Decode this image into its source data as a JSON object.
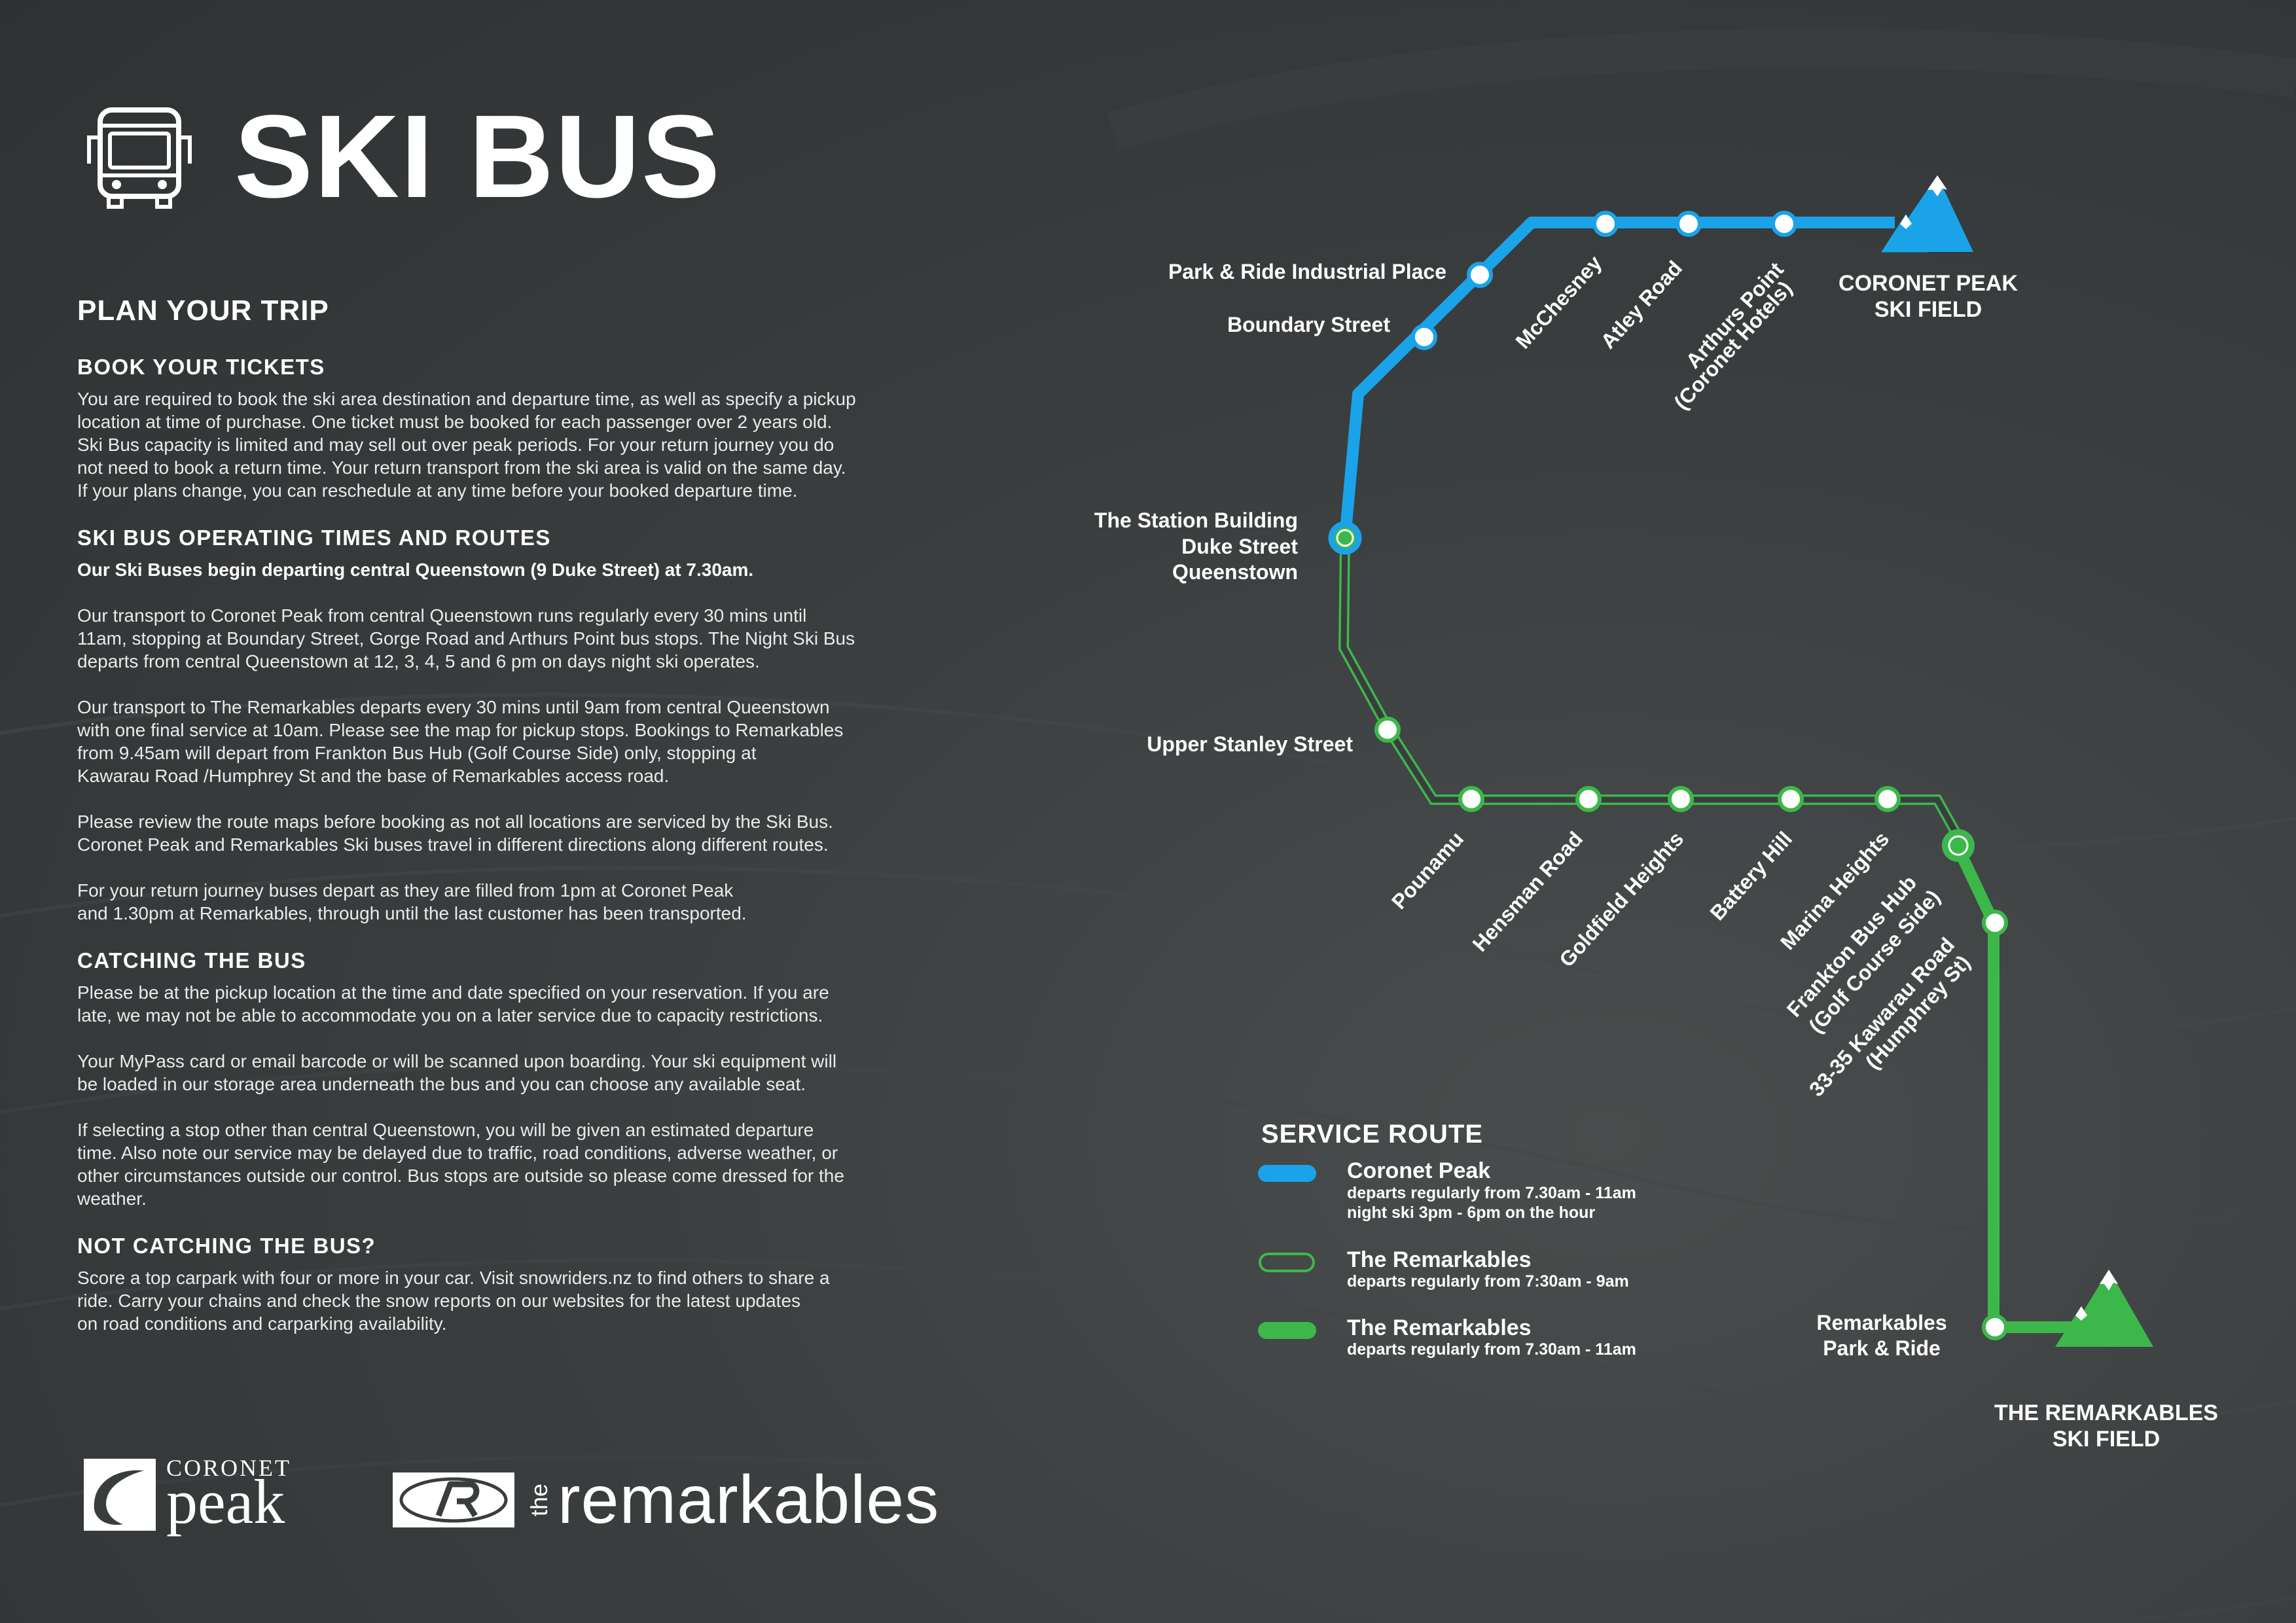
{
  "header": {
    "title": "SKI BUS",
    "icon": "bus-icon"
  },
  "plan": {
    "heading": "PLAN YOUR TRIP",
    "book": {
      "heading": "BOOK YOUR TICKETS",
      "lines": [
        "You are required to book the ski area destination and departure time, as well as specify a pickup",
        "location at time of purchase. One ticket must be booked for each passenger over 2 years old.",
        "Ski Bus capacity is limited and may sell out over peak periods. For your return journey you do",
        "not need to book a return time. Your return transport from the ski area is valid on the same day.",
        "If your plans change, you can reschedule at any time before your booked departure time."
      ]
    },
    "times": {
      "heading": "SKI BUS OPERATING TIMES AND ROUTES",
      "intro": "Our Ski Buses begin departing central Queenstown (9 Duke Street) at 7.30am.",
      "p1": [
        "Our transport to Coronet Peak from central Queenstown runs regularly every 30 mins until",
        "11am, stopping at Boundary Street, Gorge Road and Arthurs Point bus stops. The Night Ski Bus",
        "departs from central Queenstown at 12, 3, 4, 5 and 6 pm on days night ski operates."
      ],
      "p2": [
        "Our transport to The Remarkables departs every 30 mins until 9am from central Queenstown",
        "with one final service at 10am. Please see the map for pickup stops. Bookings to Remarkables",
        "from 9.45am will depart from Frankton Bus Hub (Golf Course Side) only, stopping at",
        "Kawarau Road /Humphrey St and the base of Remarkables access road."
      ],
      "p3": [
        "Please review the route maps before booking as not all locations are serviced by the Ski Bus.",
        "Coronet Peak and Remarkables Ski buses travel in different directions along different routes."
      ],
      "p4": [
        "For your return journey buses depart as they are filled from 1pm at Coronet Peak",
        "and 1.30pm at Remarkables, through until the last customer has been transported."
      ]
    },
    "catching": {
      "heading": "CATCHING THE BUS",
      "p1": [
        "Please be at the pickup location at the time and date specified on your reservation. If you are",
        "late, we may not be able to accommodate you on a later service due to capacity restrictions."
      ],
      "p2": [
        "Your MyPass card or email barcode or will be scanned upon boarding. Your ski equipment will",
        "be loaded in our storage area underneath the bus and you can choose any available seat."
      ],
      "p3": [
        "If selecting a stop other than central Queenstown, you will be given an estimated departure",
        "time. Also note our service may be delayed due to traffic, road conditions, adverse weather, or",
        "other circumstances outside our control. Bus stops are outside so please come dressed for the",
        "weather."
      ]
    },
    "not_catching": {
      "heading": "NOT CATCHING THE BUS?",
      "lines": [
        "Score a top carpark with four or more in your car. Visit snowriders.nz to find others to share a",
        "ride. Carry your chains and check the snow reports on our websites for the latest updates",
        "on road conditions and carparking availability."
      ]
    }
  },
  "logos": {
    "coronet": {
      "top": "CORONET",
      "bottom": "peak"
    },
    "remarkables": {
      "the": "the",
      "name": "remarkables"
    }
  },
  "map": {
    "colors": {
      "coronet": "#1aa3e8",
      "remarkables": "#3cb84a",
      "stop_fill": "#ffffff"
    },
    "stops": {
      "park_ride": "Park & Ride Industrial Place",
      "boundary": "Boundary Street",
      "mcchesney": "McChesney",
      "atley": "Atley  Road",
      "arthurs": [
        "Arthurs Point",
        "(Coronet Hotels)"
      ],
      "station": [
        "The Station Building",
        "Duke Street",
        "Queenstown"
      ],
      "upper_stanley": "Upper Stanley Street",
      "pounamu": "Pounamu",
      "hensman": "Hensman Road",
      "goldfield": "Goldfield Heights",
      "battery": "Battery Hill",
      "marina": "Marina Heights",
      "frankton": [
        "Frankton Bus Hub",
        "(Golf Course Side)"
      ],
      "kawarau": [
        "33-35 Kawarau Road",
        "(Humphrey St)"
      ],
      "remarkables_pr": [
        "Remarkables",
        "Park & Ride"
      ]
    },
    "destinations": {
      "coronet": [
        "CORONET PEAK",
        "SKI FIELD"
      ],
      "remarkables": [
        "THE REMARKABLES",
        "SKI FIELD"
      ]
    },
    "legend": {
      "heading": "SERVICE ROUTE",
      "items": [
        {
          "name": "Coronet Peak",
          "line1": "departs regularly from 7.30am - 11am",
          "line2": "night ski 3pm - 6pm on the hour"
        },
        {
          "name": "The Remarkables",
          "line1": "departs regularly from 7:30am - 9am"
        },
        {
          "name": "The Remarkables",
          "line1": "departs regularly from 7.30am - 11am"
        }
      ]
    }
  }
}
